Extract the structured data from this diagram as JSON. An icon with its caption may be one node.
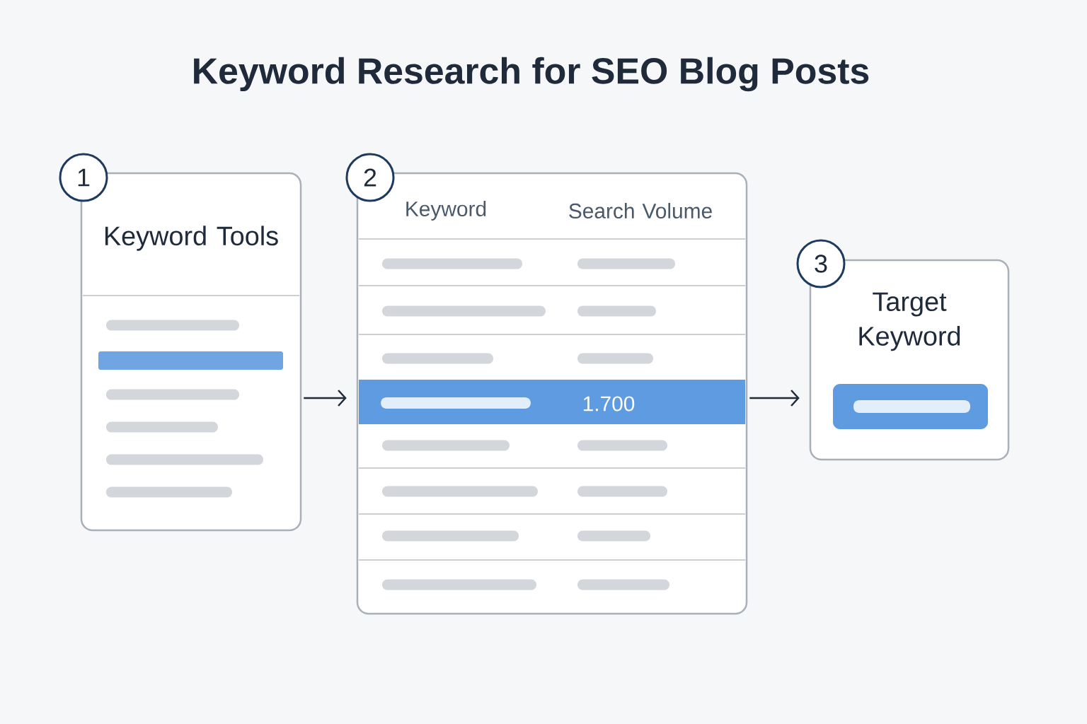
{
  "diagram": {
    "title": "Keyword Research for SEO Blog Posts",
    "nodes": [
      {
        "text": [
          "Keyword Tools"
        ]
      },
      {
        "text": [
          "Keyword",
          "Search Volume"
        ]
      },
      {
        "text": [
          "Target Keyword"
        ]
      }
    ],
    "edges": [
      {
        "from": 0,
        "to": 1,
        "arrow": "to"
      },
      {
        "from": 1,
        "to": 2,
        "arrow": "to"
      }
    ],
    "labels": [
      "1",
      "2",
      "3",
      "1.700"
    ]
  }
}
